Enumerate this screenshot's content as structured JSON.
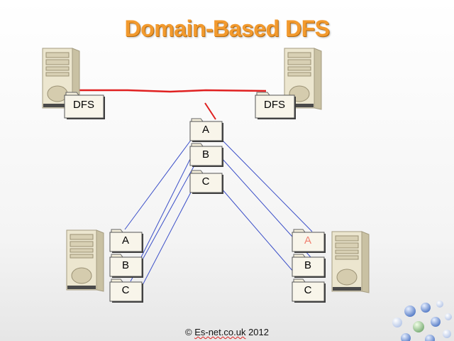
{
  "title": "Domain-Based DFS",
  "footer": {
    "copyright": "© ",
    "site": "Es-net.co.uk",
    "year": " 2012"
  },
  "dfs_label": "DFS",
  "folders": {
    "root": [
      "A",
      "B",
      "C"
    ],
    "left": [
      "A",
      "B",
      "C"
    ],
    "right": [
      "A",
      "B",
      "C"
    ]
  },
  "colors": {
    "title": "#f29a2e",
    "dfs_link": "#e02020",
    "replication_link": "#3b4fc8",
    "right_a_label": "#f08070"
  },
  "icons": [
    "server-tower-icon",
    "folder-icon",
    "decorative-balls-icon"
  ]
}
